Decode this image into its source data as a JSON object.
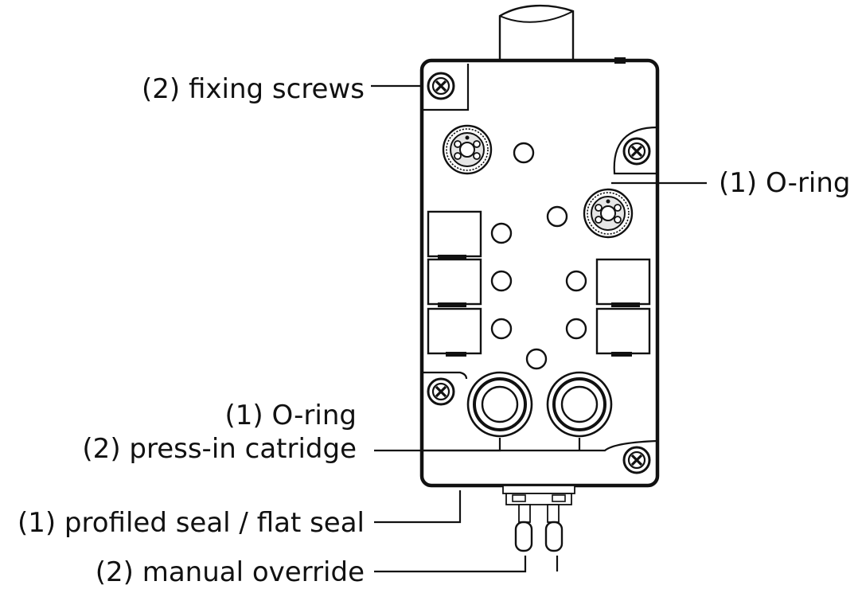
{
  "labels": {
    "fixing_screws": "(2) fixing screws",
    "o_ring_right": "(1) O-ring",
    "o_ring_bottom": "(1) O-ring",
    "press_in_cartridge": "(2) press-in catridge",
    "profiled_seal": "(1) profiled seal / flat seal",
    "manual_override": "(2) manual override"
  }
}
